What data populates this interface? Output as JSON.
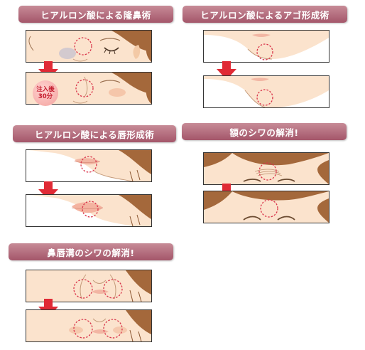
{
  "sections": [
    {
      "title": "ヒアルロン酸による隆鼻術"
    },
    {
      "title": "ヒアルロン酸によるアゴ形成術"
    },
    {
      "title": "ヒアルロン酸による唇形成術"
    },
    {
      "title": "額のシワの解消!"
    },
    {
      "title": "鼻唇溝のシワの解消!"
    }
  ],
  "badge": {
    "line1": "注入後",
    "line2": "30分"
  },
  "colors": {
    "header_top": "#c78b97",
    "header_bottom": "#a4566a",
    "skin": "#fbe3cd",
    "hair": "#a4683b",
    "arrow": "#e02a35",
    "circle": "#d9344a"
  },
  "icons": {
    "arrow": "down-arrow-icon",
    "circle": "dashed-circle-marker-icon"
  }
}
